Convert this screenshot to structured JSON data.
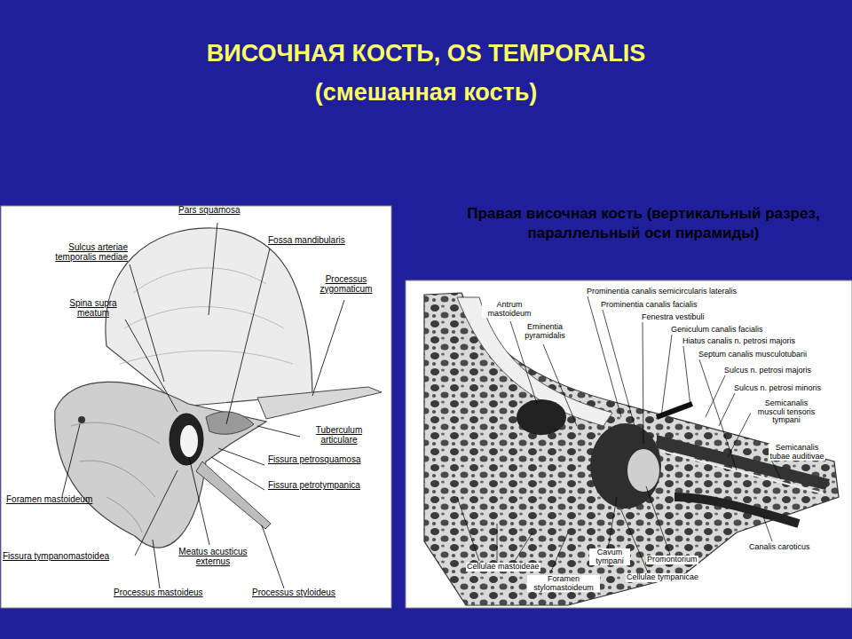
{
  "diagram": {
    "title": "ВИСОЧНАЯ КОСТЬ, OS TEMPORALIS",
    "caption": "Правая височная кость (вертикальный разрез, параллельный оси пирамиды)",
    "labels": [
      "(смешанная кость)",
      "Pars squamosa",
      "Sulcus arteriae temporalis mediae",
      "Spina supra meatum",
      "Fossa mandibularis",
      "Processus zygomaticum",
      "Tuberculum articulare",
      "Fissura petrosquamosa",
      "Fissura petrotympanica",
      "Foramen mastoideum",
      "Meatus acusticus externus",
      "Fissura tympanomastoidea",
      "Processus mastoideus",
      "Processus styloideus",
      "Antrum mastoideum",
      "Eminentia pyramidalis",
      "Prominentia canalis semicircularis lateralis",
      "Prominentia canalis facialis",
      "Fenestra vestibuli",
      "Geniculum canalis facialis",
      "Hiatus canalis n. petrosi majoris",
      "Septum canalis musculotubarii",
      "Sulcus n. petrosi majoris",
      "Sulcus n. petrosi minoris",
      "Semicanalis musculi tensoris tympani",
      "Semicanalis tubae auditivae",
      "Canalis caroticus",
      "Promontorium",
      "Cellulae tympanicae",
      "Cavum tympani",
      "Foramen stylomastoideum",
      "Cellulae mastoideae"
    ]
  }
}
